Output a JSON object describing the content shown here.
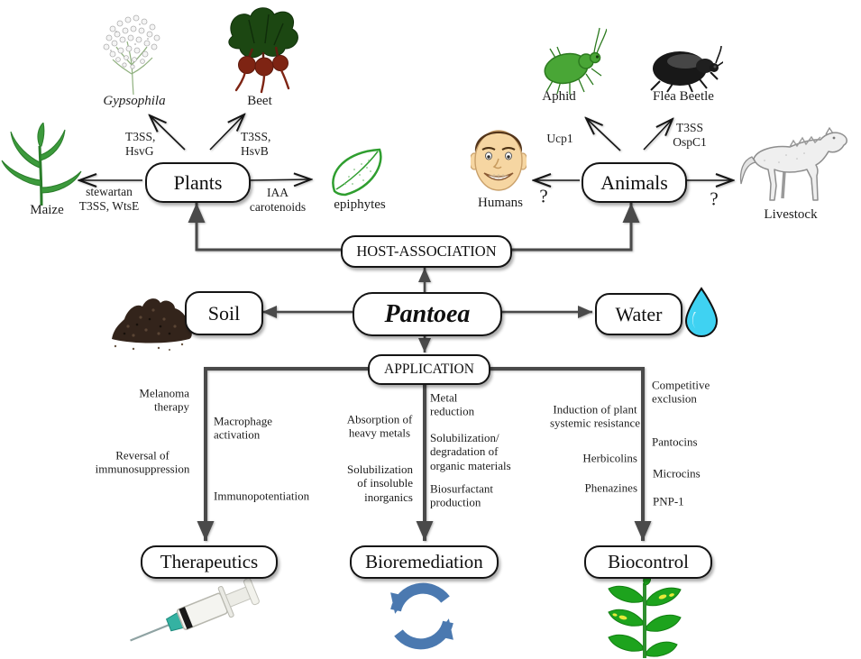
{
  "nodes": {
    "pantoea": "Pantoea",
    "host_association": "HOST-ASSOCIATION",
    "application": "APPLICATION",
    "plants": "Plants",
    "animals": "Animals",
    "soil": "Soil",
    "water": "Water"
  },
  "hosts": {
    "gypsophila": {
      "label": "Gypsophila",
      "factors": "T3SS,\nHsvG"
    },
    "beet": {
      "label": "Beet",
      "factors": "T3SS,\nHsvB"
    },
    "maize": {
      "label": "Maize",
      "factors": "stewartan\nT3SS, WtsE"
    },
    "epiphytes": {
      "label": "epiphytes",
      "factors": "IAA\ncarotenoids"
    },
    "aphid": {
      "label": "Aphid",
      "factors": "Ucp1"
    },
    "flea_beetle": {
      "label": "Flea Beetle",
      "factors": "T3SS\nOspC1"
    },
    "humans": {
      "label": "Humans",
      "factors": "?"
    },
    "livestock": {
      "label": "Livestock",
      "factors": "?"
    }
  },
  "apps": {
    "therapeutics": {
      "label": "Therapeutics",
      "left": [
        "Melanoma\ntherapy",
        "Reversal of\nimmunosuppression"
      ],
      "right": [
        "Macrophage\nactivation",
        "Immunopotentiation"
      ]
    },
    "bioremediation": {
      "label": "Bioremediation",
      "left": [
        "Absorption of\nheavy metals",
        "Solubilization\nof insoluble\ninorganics"
      ],
      "right": [
        "Metal\nreduction",
        "Solubilization/\ndegradation of\norganic materials",
        "Biosurfactant\nproduction"
      ]
    },
    "biocontrol": {
      "label": "Biocontrol",
      "left": [
        "Induction of plant\nsystemic resistance",
        "Herbicolins",
        "Phenazines"
      ],
      "right": [
        "Competitive\nexclusion",
        "Pantocins",
        "Microcins",
        "PNP-1"
      ]
    }
  },
  "icons": {
    "gypsophila-image": "white flower cluster",
    "beet-image": "beet plant with dark leaves and red roots",
    "maize-image": "maize plant",
    "epiphyte-leaf-icon": "outlined green leaf",
    "aphid-image": "green aphid",
    "flea-beetle-image": "black flea beetle",
    "humans-image": "smiling man face",
    "livestock-image": "horse sketch",
    "soil-image": "soil pile",
    "water-drop-icon": "water drop",
    "syringe-icon": "syringe",
    "recycle-icon": "two blue circular arrows",
    "biocontrol-plant-icon": "green plant with spotted leaves"
  },
  "colors": {
    "line": "#4a4a4a",
    "water": "#3fd2f2",
    "recycle": "#4b79b0",
    "leaf_green": "#1da31d",
    "aphid_green": "#49a636",
    "beet_root": "#7e2413",
    "soil_brown": "#33241b",
    "syringe_teal": "#34b2a2"
  }
}
